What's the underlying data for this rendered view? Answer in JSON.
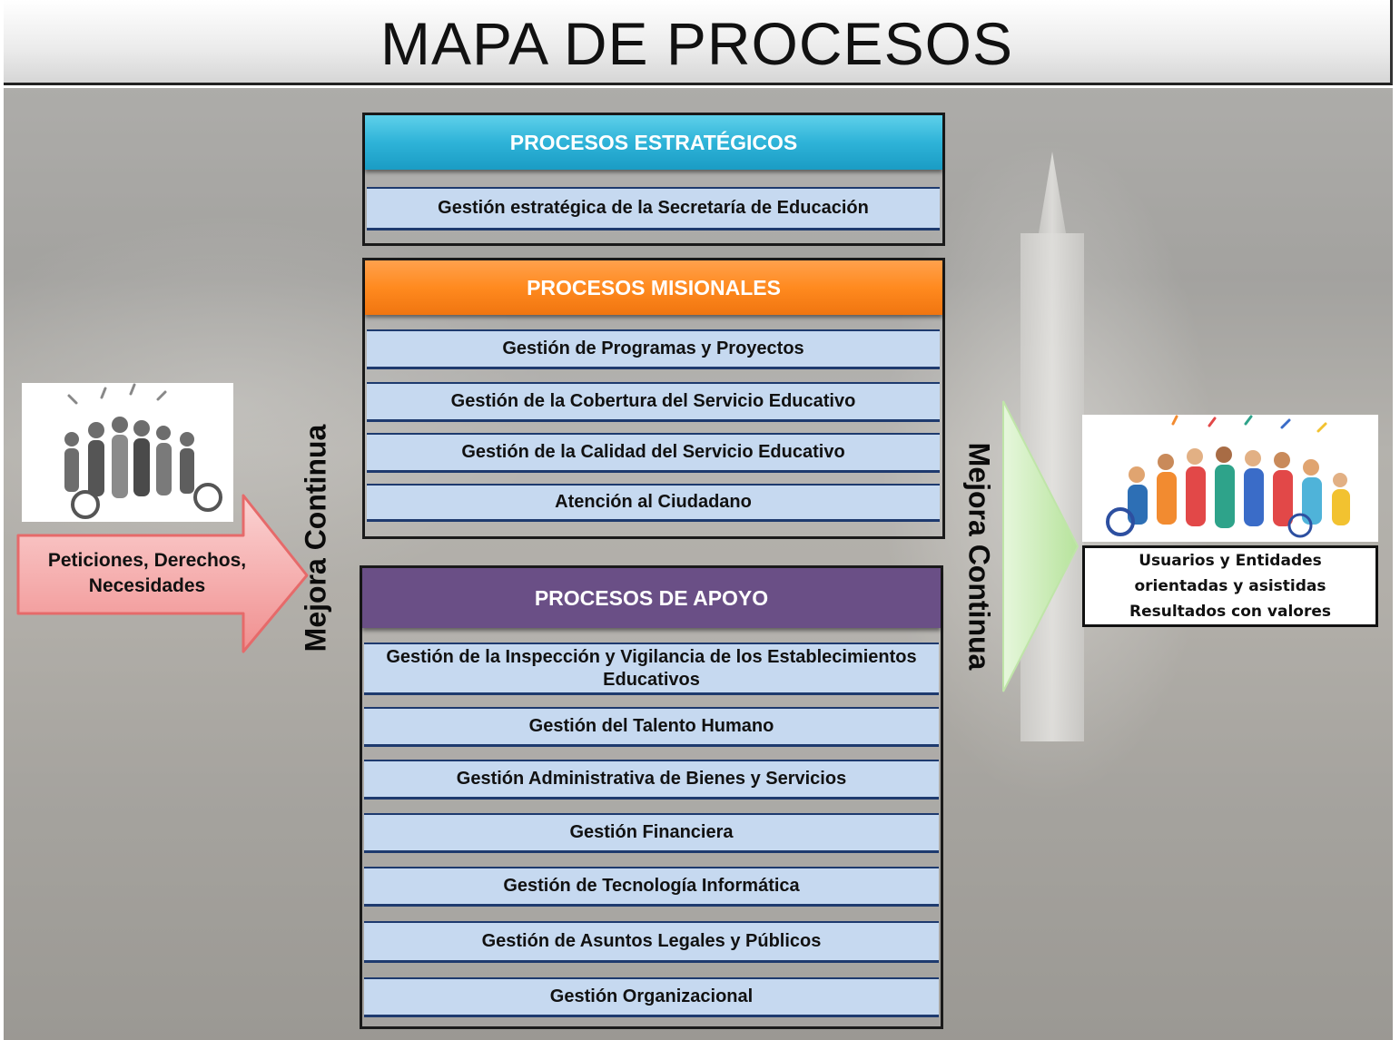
{
  "title": "MAPA DE PROCESOS",
  "input": {
    "label_line1": "Peticiones, Derechos,",
    "label_line2": "Necesidades",
    "image_icon": "people-celebrating-grayscale-illustration"
  },
  "left_vertical_label": "Mejora Continua",
  "right_vertical_label": "Mejora Continua",
  "output": {
    "line1": "Usuarios y Entidades",
    "line2": "orientadas y asistidas",
    "line3": "Resultados con valores",
    "image_icon": "people-celebrating-color-illustration"
  },
  "groups": {
    "estrategicos": {
      "header": "PROCESOS ESTRATÉGICOS",
      "color": "#2eb3d8",
      "items": [
        "Gestión estratégica de la Secretaría de Educación"
      ]
    },
    "misionales": {
      "header": "PROCESOS MISIONALES",
      "color": "#ff8a1f",
      "items": [
        "Gestión de Programas y Proyectos",
        "Gestión de la Cobertura del Servicio Educativo",
        "Gestión de la Calidad del Servicio Educativo",
        "Atención al Ciudadano"
      ]
    },
    "apoyo": {
      "header": "PROCESOS DE APOYO",
      "color": "#6a4f86",
      "items": [
        "Gestión de la Inspección y Vigilancia de los Establecimientos Educativos",
        "Gestión del Talento Humano",
        "Gestión Administrativa de Bienes y Servicios",
        "Gestión Financiera",
        "Gestión de Tecnología Informática",
        "Gestión de  Asuntos Legales y Públicos",
        "Gestión Organizacional"
      ]
    }
  },
  "colors": {
    "process_fill": "#c6d9f0",
    "process_border": "#1e3a6e",
    "input_arrow": "#f7a8a8",
    "output_arrow": "#c4ecb0"
  }
}
